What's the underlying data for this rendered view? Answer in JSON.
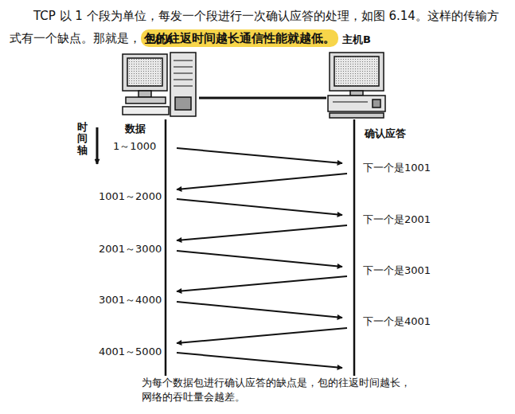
{
  "diagram": {
    "caption": "为每个数据包进行确认应答的缺点是，包的往返时间越长，网络的吞吐量会越差。",
    "nodes": [
      {
        "text": [
          "主机A"
        ]
      },
      {
        "text": [
          "主机B"
        ]
      }
    ],
    "edges": [
      {
        "from": 0,
        "to": 1,
        "arrow": "none"
      }
    ],
    "labels": [
      "TCP 以 1 个段为单位，每发一个段进行一次确认应答的处理，如图 6.14。这样的传输方式有一个缺点。那就是，",
      "包的往返时间越长通信性能就越低。",
      "时间轴",
      "数据",
      "确认应答",
      "1～1000",
      "1001～2000",
      "2001～3000",
      "3001～4000",
      "4001～5000",
      "下一个是1001",
      "下一个是2001",
      "下一个是3001",
      "下一个是4001"
    ]
  }
}
